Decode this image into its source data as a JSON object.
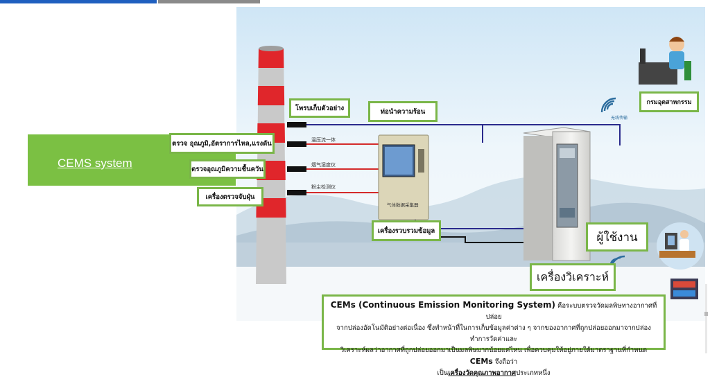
{
  "banner": {
    "cems_link": "CEMS system"
  },
  "labels": {
    "sample_probe": "โพรบเก็บตัวอย่าง",
    "heat_pipe": "ท่อนำความร้อน",
    "temp_flow_pressure": "ตรวจ อุณภูมิ,อัตราการไหล,แรงดัน",
    "humidity": "ตรวจอุณภูมิความชื้นควัน",
    "dust": "เครื่องตรวจจับฝุ่น",
    "data_logger": "เครื่องรวบรวมข้อมูล",
    "dept_industry": "กรมอุตสาหกรรม",
    "user": "ผู้ใช้งาน",
    "analyzer": "เครื่องวิเคราะห์"
  },
  "note": {
    "lead": "CEMs (Continuous Emission Monitoring System)",
    "line1": " คือระบบตรวจวัดมลพิษทางอากาศที่ปล่อย",
    "line2": "จากปล่องอัดโนมัติอย่างต่อเนื่อง ซึ่งทำหน้าที่ในการเก็บข้อมูลค่าต่าง ๆ จากของอากาศที่ถูกปล่อยออกมาจากปล่อง ทำการวัดค่าและ",
    "line3": "วิเคราะห์ผลว่าอากาศที่ถูกปล่อยออกมาเป็นมลพิษมากน้อยแค่ไหน เพื่อควบคุมให้อยู่ภายใต้มาตราฐานที่กำหนด ",
    "cems_word": "CEMs",
    "line3_end": " จึงถือว่า",
    "line4_pre": "เป็น",
    "line4_link": "เครื่องวัดคุณภาพอากาศ",
    "line4_post": "ประเภทหนึ่ง"
  },
  "device_labels": {
    "probe_1": "温压流一体",
    "probe_2": "烟气湿度仪",
    "probe_3": "粉尘检测仪",
    "logger_caption": "气体数据采集器",
    "wireless": "无线传输"
  },
  "colors": {
    "frame": "#7ab648",
    "banner": "#7bc043",
    "chimney_red": "#e0262b",
    "line_blue": "#2a2a8c",
    "line_red": "#d42a2a"
  }
}
